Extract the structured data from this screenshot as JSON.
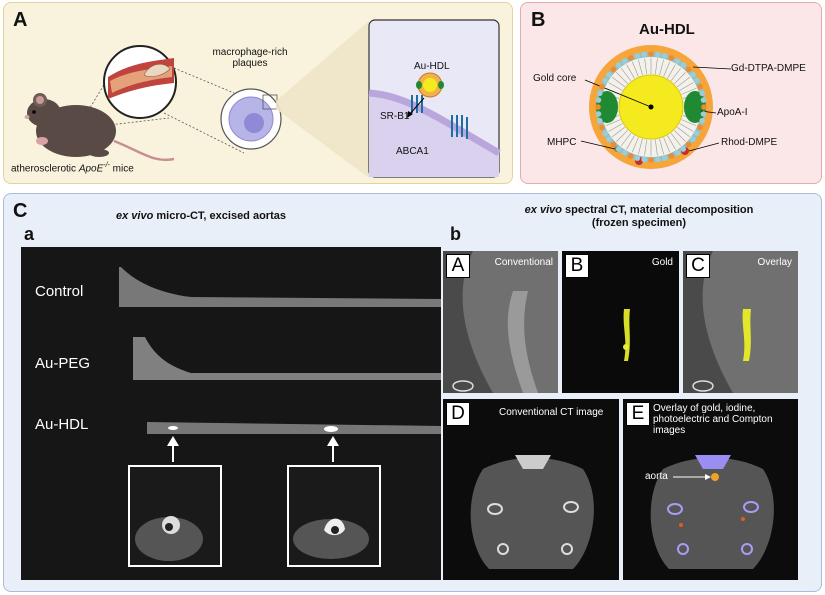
{
  "panelA": {
    "label": "A",
    "plaque_label": "macrophage-rich\nplaques",
    "mouse_caption_pre": "atherosclerotic ",
    "mouse_caption_italic": "ApoE",
    "mouse_caption_sup": "-/-",
    "mouse_caption_post": " mice",
    "auhdl_label": "Au-HDL",
    "srb1_label": "SR-B1",
    "abca1_label": "ABCA1"
  },
  "panelB": {
    "label": "B",
    "title": "Au-HDL",
    "labels": {
      "gold_core": "Gold core",
      "gd": "Gd-DTPA-DMPE",
      "apoa": "ApoA-I",
      "mhpc": "MHPC",
      "rhod": "Rhod-DMPE"
    }
  },
  "panelC": {
    "label": "C",
    "sub_a": "a",
    "sub_a_title_italic": "ex vivo",
    "sub_a_title_rest": " micro-CT, excised aortas",
    "rows": [
      "Control",
      "Au-PEG",
      "Au-HDL"
    ],
    "sub_b": "b",
    "sub_b_title_italic": "ex vivo",
    "sub_b_title_rest": " spectral CT, material decomposition",
    "sub_b_title_line2": "(frozen specimen)",
    "tiles": [
      {
        "letter": "A",
        "title": "Conventional"
      },
      {
        "letter": "B",
        "title": "Gold"
      },
      {
        "letter": "C",
        "title": "Overlay"
      }
    ],
    "tileD": {
      "letter": "D",
      "title": "Conventional CT image"
    },
    "tileE": {
      "letter": "E",
      "title": "Overlay of gold, iodine,\nphotoelectric and Compton\nimages",
      "aorta": "aorta"
    }
  },
  "colors": {
    "panelA_bg": "#f9f3de",
    "panelA_border": "#e6d39a",
    "panelB_bg": "#fbe6e8",
    "panelB_border": "#e5a9ae",
    "panelC_bg": "#e9eff8",
    "panelC_border": "#a9bcd9",
    "gold": "#f5ea1e",
    "apoa": "#1f8a32"
  }
}
